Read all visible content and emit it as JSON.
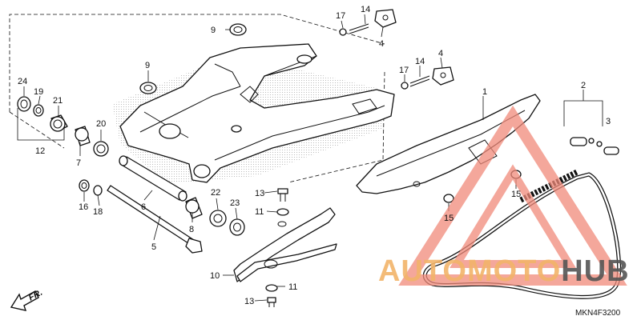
{
  "diagram": {
    "code": "MKN4F3200",
    "direction_label": "FR."
  },
  "watermark": {
    "brand_part1": "AUTOMOTO",
    "brand_part2": "HUB",
    "color_primary": "#f08a7a",
    "color_secondary": "#f2b46a",
    "color_dark": "#555555"
  },
  "callouts": {
    "c1": "1",
    "c2": "2",
    "c3": "3",
    "c4a": "4",
    "c4b": "4",
    "c5": "5",
    "c6": "6",
    "c7": "7",
    "c8": "8",
    "c9a": "9",
    "c9b": "9",
    "c10": "10",
    "c11a": "11",
    "c11b": "11",
    "c12": "12",
    "c13a": "13",
    "c13b": "13",
    "c14a": "14",
    "c14b": "14",
    "c15a": "15",
    "c15b": "15",
    "c16": "16",
    "c17a": "17",
    "c17b": "17",
    "c18": "18",
    "c19": "19",
    "c20": "20",
    "c21": "21",
    "c22": "22",
    "c23": "23",
    "c24": "24"
  }
}
